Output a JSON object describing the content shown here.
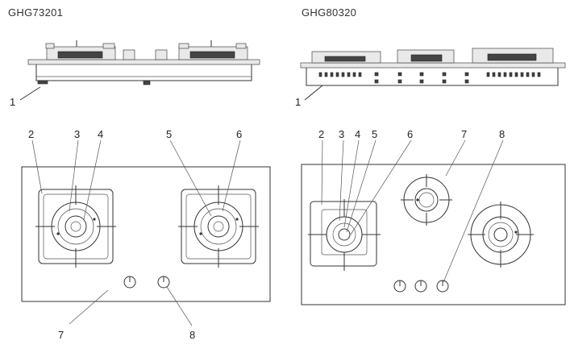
{
  "models": {
    "left": {
      "name": "GHG73201"
    },
    "right": {
      "name": "GHG80320"
    }
  },
  "callouts": {
    "left_side": [
      "1"
    ],
    "left_top": [
      "2",
      "3",
      "4",
      "5",
      "6",
      "7",
      "8"
    ],
    "right_side": [
      "1"
    ],
    "right_top": [
      "2",
      "3",
      "4",
      "5",
      "6",
      "7",
      "8"
    ]
  }
}
